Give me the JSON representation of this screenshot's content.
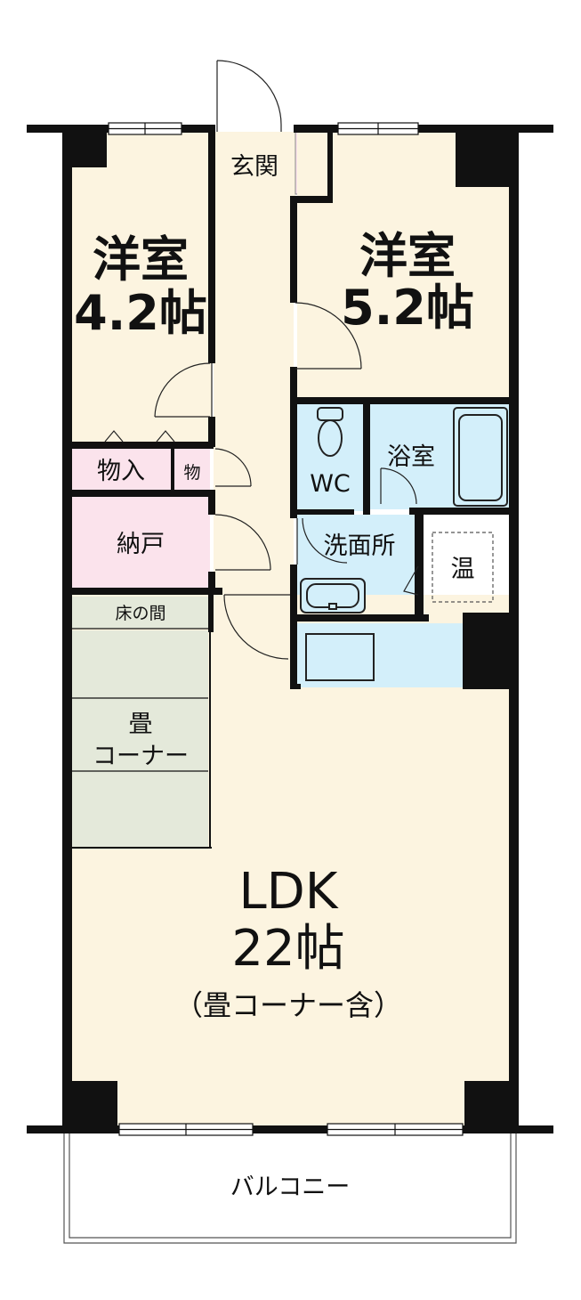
{
  "rooms": {
    "western_room_1": {
      "name": "洋室",
      "size": "4.2帖"
    },
    "western_room_2": {
      "name": "洋室",
      "size": "5.2帖"
    },
    "entrance": "玄関",
    "closet": "物入",
    "closet_small": "物",
    "storage": "納戸",
    "toilet": "WC",
    "bathroom": "浴室",
    "washroom": "洗面所",
    "water_heater": "温",
    "tokonoma": "床の間",
    "tatami_corner": {
      "line1": "畳",
      "line2": "コーナー"
    },
    "ldk": {
      "name": "LDK",
      "size": "22帖",
      "note": "（畳コーナー含）"
    },
    "balcony": "バルコニー"
  },
  "colors": {
    "room_fill": "#fcf4e0",
    "storage_fill": "#fbe3ec",
    "wet_area_fill": "#d3effa",
    "tatami_fill": "#e4e9da",
    "wall": "#111111"
  }
}
